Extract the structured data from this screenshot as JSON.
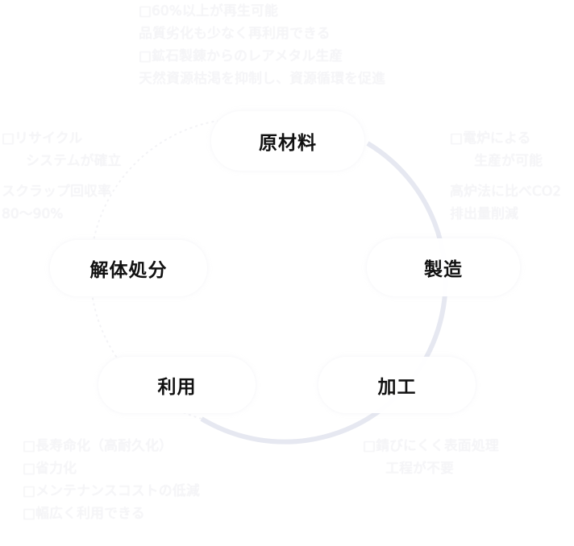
{
  "diagram": {
    "title": "",
    "ring_color": "#e6e8f1",
    "nodes": [
      {
        "id": "raw",
        "label": "原材料"
      },
      {
        "id": "mfg",
        "label": "製造"
      },
      {
        "id": "proc",
        "label": "加工"
      },
      {
        "id": "use",
        "label": "利用"
      },
      {
        "id": "disp",
        "label": "解体処分"
      }
    ],
    "notes": {
      "top": [
        "□60%以上が再生可能",
        "品質劣化も少なく再利用できる",
        "□鉱石製錬からのレアメタル生産",
        "天然資源枯渇を抑制し、資源循環を促進"
      ],
      "right": [
        "□電炉による",
        "生産が可能",
        "高炉法に比べCO2",
        "排出量削減"
      ],
      "left": [
        "□リサイクル",
        "システムが確立",
        "スクラップ回収率",
        "80〜90%"
      ],
      "bottom_left": [
        "□長寿命化（高耐久化）",
        "□省力化",
        "□メンテナンスコストの低減",
        "□幅広く利用できる"
      ],
      "bottom_right": [
        "□錆びにくく表面処理",
        "工程が不要"
      ]
    }
  }
}
